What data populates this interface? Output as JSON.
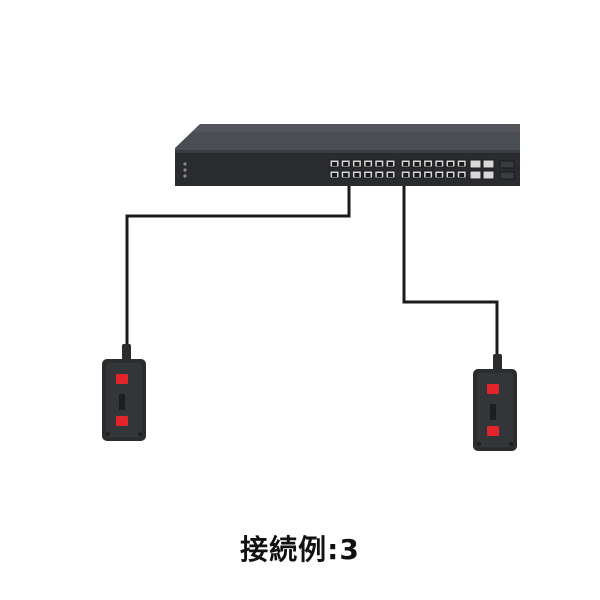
{
  "caption": "接続例:3",
  "colors": {
    "switch_top": "#4a4d52",
    "switch_front": "#2a2b2f",
    "port": "#1a1b1d",
    "port_inner": "#d8d8d8",
    "cable": "#1b1b1b",
    "device_body": "#2b2c2e",
    "device_button": "#e1252b"
  },
  "diagram": {
    "switch": {
      "port_count": 24,
      "uplink_count": 4
    },
    "devices": [
      {
        "name": "left"
      },
      {
        "name": "right"
      }
    ]
  }
}
